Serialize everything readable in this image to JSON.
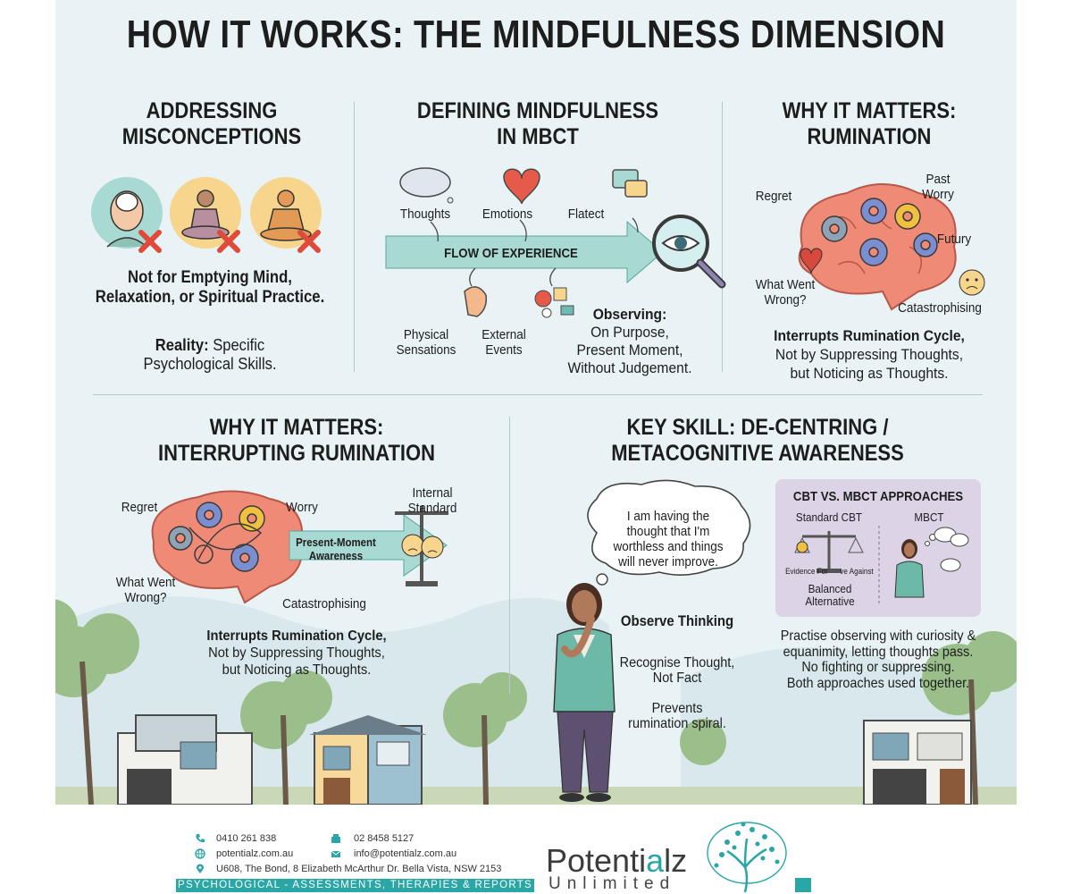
{
  "title": "HOW IT WORKS: THE MINDFULNESS DIMENSION",
  "misconceptions": {
    "heading_line1": "ADDRESSING",
    "heading_line2": "MISCONCEPTIONS",
    "statement_line1": "Not for Emptying Mind,",
    "statement_line2": "Relaxation, or Spiritual Practice.",
    "reality_label": "Reality:",
    "reality_text": "Specific",
    "reality_line2": "Psychological Skills."
  },
  "defining": {
    "heading_line1": "DEFINING MINDFULNESS",
    "heading_line2": "IN MBCT",
    "labels": {
      "thoughts": "Thoughts",
      "emotions": "Emotions",
      "flatect": "Flatect",
      "flow": "FLOW OF EXPERIENCE",
      "physical_line1": "Physical",
      "physical_line2": "Sensations",
      "external_line1": "External",
      "external_line2": "Events"
    },
    "observing_title": "Observing:",
    "observing_lines": [
      "On Purpose,",
      "Present Moment,",
      "Without Judgement."
    ]
  },
  "rumination_top": {
    "heading_line1": "WHY IT MATTERS:",
    "heading_line2": "RUMINATION",
    "labels": {
      "regret": "Regret",
      "past_line1": "Past",
      "past_line2": "Worry",
      "future": "Futury",
      "went_line1": "What Went",
      "went_line2": "Wrong?",
      "catastrophising": "Catastrophising"
    },
    "summary_bold": "Interrupts Rumination Cycle,",
    "summary_lines": [
      "Not by Suppressing Thoughts,",
      "but Noticing as Thoughts."
    ]
  },
  "rumination_bottom": {
    "heading_line1": "WHY IT MATTERS:",
    "heading_line2": "INTERRUPTING RUMINATION",
    "labels": {
      "regret": "Regret",
      "worry": "Worry",
      "went_line1": "What Went",
      "went_line2": "Wrong?",
      "catastrophising": "Catastrophising",
      "arrow_line1": "Present-Moment",
      "arrow_line2": "Awareness",
      "internal_line1": "Internal",
      "internal_line2": "Standard"
    },
    "summary_bold": "Interrupts Rumination Cycle,",
    "summary_lines": [
      "Not by Suppressing Thoughts,",
      "but Noticing as Thoughts."
    ]
  },
  "decentring": {
    "heading_line1": "KEY SKILL: DE-CENTRING /",
    "heading_line2": "METACOGNITIVE AWARENESS",
    "thought_lines": [
      "I am having the",
      "thought that I'm",
      "worthless and things",
      "will never improve."
    ],
    "observe": "Observe Thinking",
    "recognise_lines": [
      "Recognise Thought,",
      "Not Fact"
    ],
    "prevents_lines": [
      "Prevents",
      "rumination spiral."
    ],
    "compare": {
      "title": "CBT VS. MBCT APPROACHES",
      "left_col": "Standard CBT",
      "right_col": "MBCT",
      "evidence": "Evidence For",
      "against": "ve Against",
      "balanced_line1": "Balanced",
      "balanced_line2": "Alternative"
    },
    "practise_lines": [
      "Practise observing with curiosity &",
      "equanimity, letting thoughts pass.",
      "No fighting or suppressing.",
      "Both approaches used together."
    ]
  },
  "footer": {
    "phone": "0410  261 838",
    "fax": "02 8458 5127",
    "web": "potentialz.com.au",
    "email": "info@potentialz.com.au",
    "address": "U608, The Bond, 8 Elizabeth McArthur Dr. Bella Vista, NSW 2153",
    "tagline": "PSYCHOLOGICAL - ASSESSMENTS, THERAPIES & REPORTS",
    "brand_part1": "Potenti",
    "brand_i": "a",
    "brand_part2": "lz",
    "brand_sub": "Unlimited"
  },
  "colors": {
    "teal": "#2aa6a6",
    "brain": "#ee8a76",
    "arrow": "#a8d9d3",
    "lavender": "#dcd3e6",
    "cross": "#e04a3a"
  }
}
